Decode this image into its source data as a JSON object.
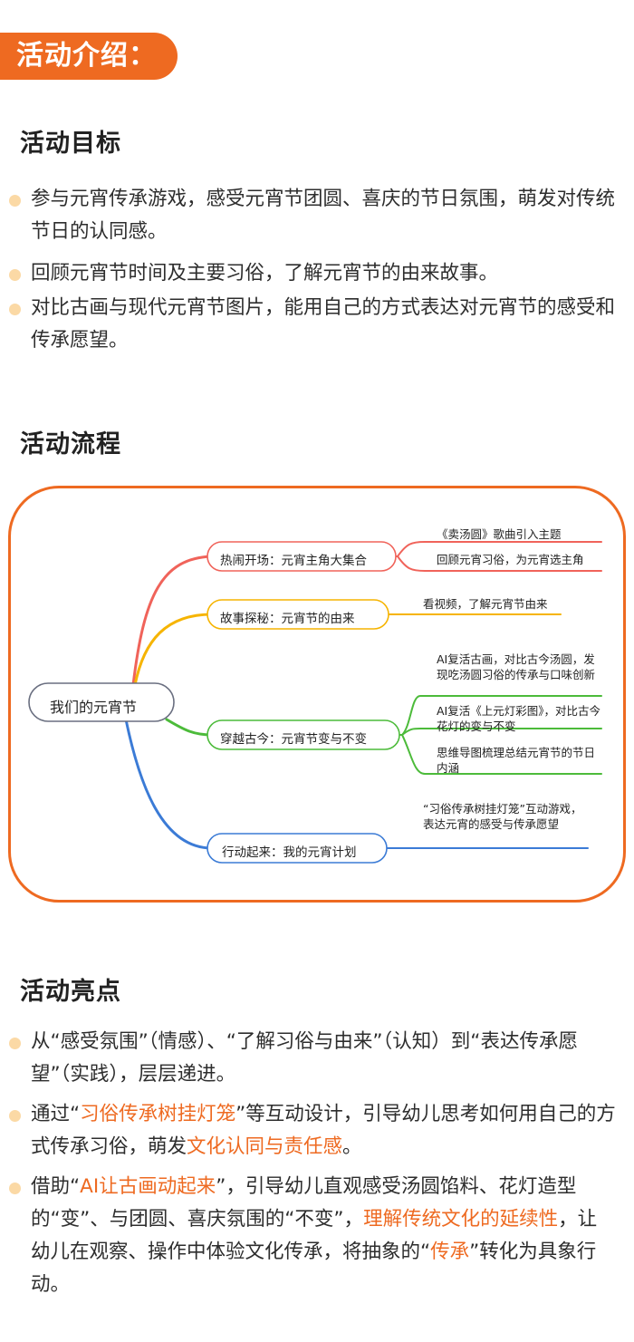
{
  "banner": "活动介绍：",
  "sections": {
    "goal_title": "活动目标",
    "flow_title": "活动流程",
    "highlight_title": "活动亮点"
  },
  "goals": [
    "参与元宵传承游戏，感受元宵节团圆、喜庆的节日氛围，萌发对传统节日的认同感。",
    "回顾元宵节时间及主要习俗，了解元宵节的由来故事。",
    "对比古画与现代元宵节图片，能用自己的方式表达对元宵节的感受和传承愿望。"
  ],
  "mindmap": {
    "root": "我们的元宵节",
    "branch1": "热闹开场：元宵主角大集合",
    "branch1_leaf1": "《卖汤圆》歌曲引入主题",
    "branch1_leaf2": "回顾元宵习俗，为元宵选主角",
    "branch2": "故事探秘：元宵节的由来",
    "branch2_leaf1": "看视频，了解元宵节由来",
    "branch3": "穿越古今：元宵节变与不变",
    "branch3_leaf1": "AI复活古画，对比古今汤圆，发现吃汤圆习俗的传承与口味创新",
    "branch3_leaf2": "AI复活《上元灯彩图》，对比古今花灯的变与不变",
    "branch3_leaf3": "思维导图梳理总结元宵节的节日内涵",
    "branch4": "行动起来：我的元宵计划",
    "branch4_leaf1": "“习俗传承树挂灯笼”互动游戏，表达元宵的感受与传承愿望",
    "colors": {
      "branch1": "#f0635a",
      "branch2": "#f6b400",
      "branch3": "#4cbb3a",
      "branch4": "#3b7bd6"
    }
  },
  "highlights": {
    "h1": "从“感受氛围”（情感）、“了解习俗与由来”（认知）到“表达传承愿望”（实践），层层递进。",
    "h2_a": "通过“",
    "h2_hl1": "习俗传承树挂灯笼",
    "h2_b": "”等互动设计，引导幼儿思考如何用自己的方式传承习俗，萌发",
    "h2_hl2": "文化认同与责任感",
    "h2_c": "。",
    "h3_a": "借助“",
    "h3_hl1": "AI让古画动起来",
    "h3_b": "”，引导幼儿直观感受汤圆馅料、花灯造型的“变”、与团圆、喜庆氛围的“不变”，",
    "h3_hl2": "理解传统文化的延续性",
    "h3_c": "，让幼儿在观察、操作中体验文化传承，将抽象的“",
    "h3_hl3": "传承",
    "h3_d": "”转化为具象行动。"
  },
  "accent": "#ee6a21"
}
